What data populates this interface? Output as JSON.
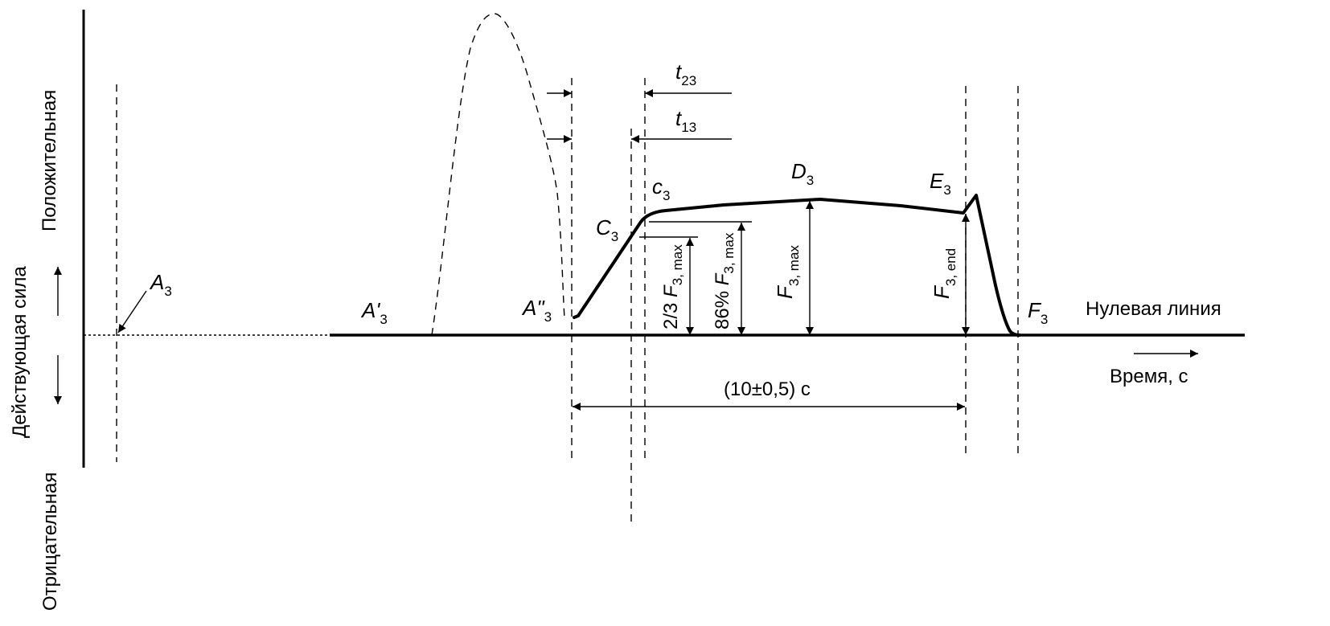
{
  "axis": {
    "positive": "Положительная",
    "force": "Действующая сила",
    "negative": "Отрицательная",
    "zero_line": "Нулевая линия",
    "time": "Время, с"
  },
  "points": {
    "A3": {
      "main": "A",
      "sub": "3"
    },
    "A3p": {
      "main": "A'",
      "sub": "3"
    },
    "A3pp": {
      "main": "A\"",
      "sub": "3"
    },
    "C3": {
      "main": "C",
      "sub": "3"
    },
    "c3": {
      "main": "c",
      "sub": "3"
    },
    "D3": {
      "main": "D",
      "sub": "3"
    },
    "E3": {
      "main": "E",
      "sub": "3"
    },
    "F3": {
      "main": "F",
      "sub": "3"
    }
  },
  "intervals": {
    "t23": {
      "main": "t",
      "sub": "23"
    },
    "t13": {
      "main": "t",
      "sub": "13"
    },
    "duration": "(10±0,5) с"
  },
  "levels": {
    "two_thirds": {
      "prefix": "2/3 ",
      "main": "F",
      "sub": "3, max"
    },
    "eighty_six": {
      "prefix": "86% ",
      "main": "F",
      "sub": "3, max"
    },
    "fmax": {
      "main": "F",
      "sub": "3, max"
    },
    "fend": {
      "main": "F",
      "sub": "3, end"
    }
  }
}
